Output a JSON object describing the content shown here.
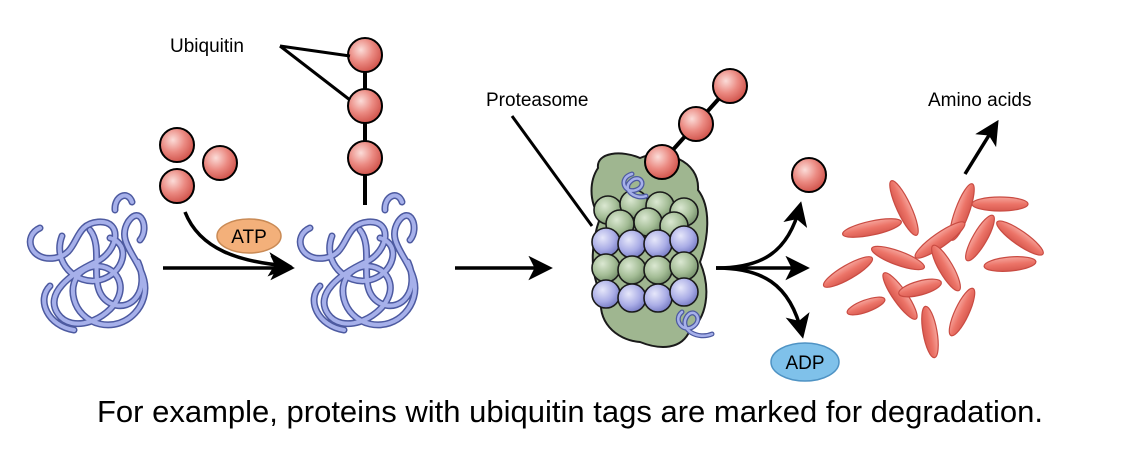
{
  "labels": {
    "ubiquitin": "Ubiquitin",
    "atp": "ATP",
    "proteasome": "Proteasome",
    "adp": "ADP",
    "amino_acids": "Amino acids"
  },
  "caption": "For example, proteins with ubiquitin tags are marked for degradation.",
  "colors": {
    "protein": "#7f8cd6",
    "ubiquitin": "#e8736c",
    "atp": "#f3b07a",
    "adp": "#7fc1ea",
    "proteasome_core_green": "#9bb58e",
    "proteasome_core_purple": "#a3a6e0",
    "proteasome_cap": "#9fb690",
    "amino_acid": "#ee7a6e"
  }
}
